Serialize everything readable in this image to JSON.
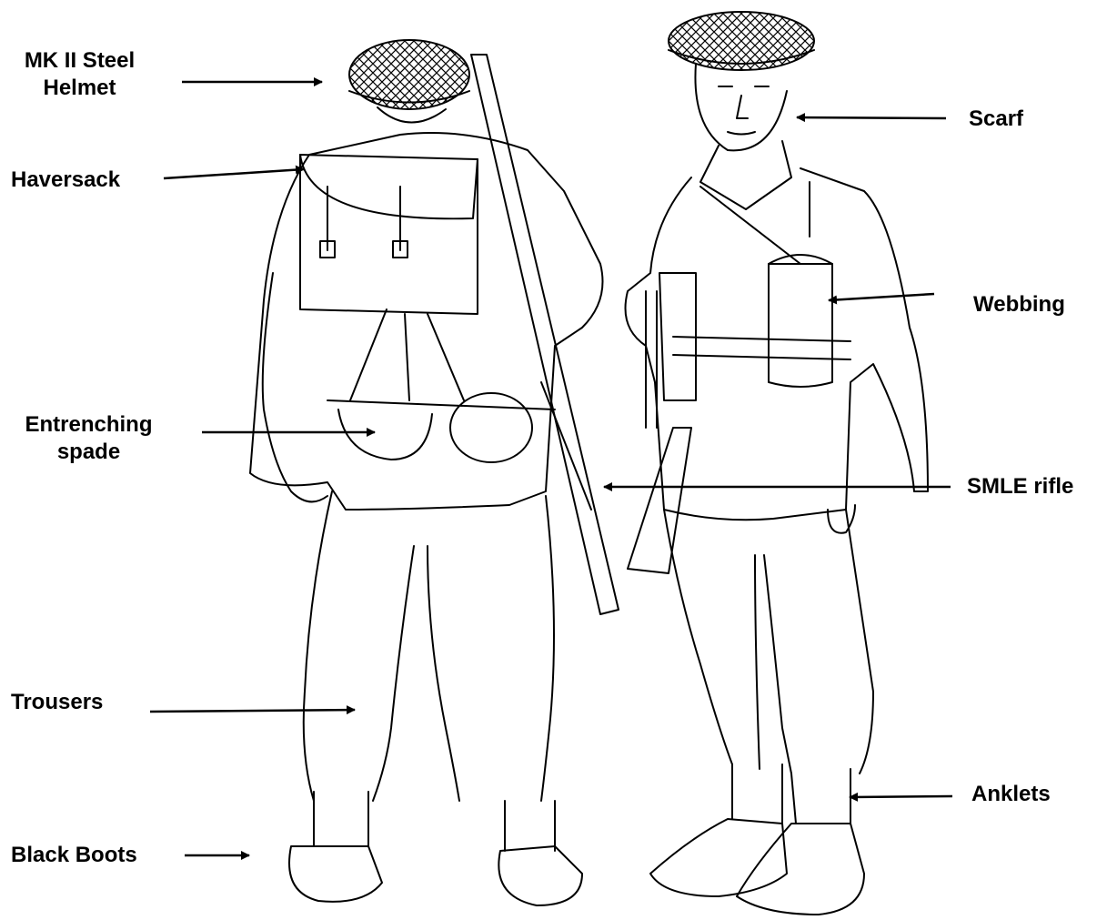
{
  "colors": {
    "ink": "#000000",
    "paper": "#ffffff"
  },
  "labels": {
    "helmet_line1": "MK II Steel",
    "helmet_line2": "Helmet",
    "haversack": "Haversack",
    "spade_line1": "Entrenching",
    "spade_line2": "spade",
    "trousers": "Trousers",
    "boots": "Black Boots",
    "scarf": "Scarf",
    "webbing": "Webbing",
    "rifle": "SMLE rifle",
    "anklets": "Anklets"
  }
}
